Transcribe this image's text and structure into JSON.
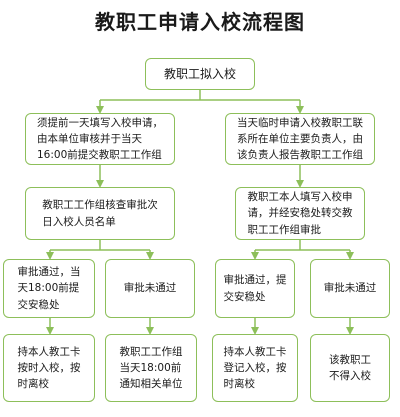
{
  "title": "教职工申请入校流程图",
  "colors": {
    "border": "#8dbf5a",
    "arrow": "#8dbf5a",
    "text": "#1a1a1a"
  },
  "nodes": {
    "root": "教职工拟入校",
    "left_apply": "须提前一天填写入校申请，\n由本单位审核并于当天\n16:00前提交教职工工作组",
    "right_apply": "当天临时申请入校教职工联\n系所在单位主要负责人，由\n该负责人报告教职工工作组",
    "left_review": "教职工工作组核查审批次\n日入校人员名单",
    "right_review": "教职工本人填写入校申\n请，并经安稳处转交教\n职工工作组审批",
    "ll_approved": "审批通过，当\n天18:00前提\n交安稳处",
    "lr_rejected": "审批未通过",
    "rl_approved": "审批通过，提\n交安稳处",
    "rr_rejected": "审批未通过",
    "ll_result": "持本人教工卡\n按时入校，按\n时离校",
    "lr_result": "教职工工作组\n当天18:00前\n通知相关单位",
    "rl_result": "持本人教工卡\n登记入校，按\n时离校",
    "rr_result": "该教职工\n不得入校"
  }
}
